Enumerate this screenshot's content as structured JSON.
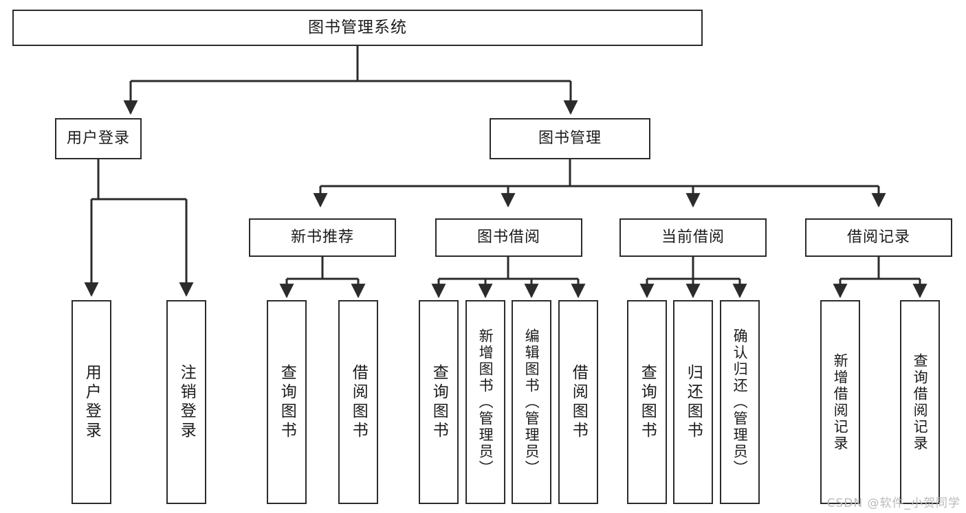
{
  "diagram": {
    "type": "tree",
    "title": "图书管理系统",
    "orientation": "top-down",
    "colors": {
      "box_border": "#2b2b2b",
      "box_fill": "#ffffff",
      "connector": "#2b2b2b",
      "watermark": "#b9b9b9",
      "background": "#ffffff"
    },
    "nodes": {
      "root": {
        "label": "图书管理系统"
      },
      "level2": [
        {
          "id": "user-login",
          "label": "用户登录"
        },
        {
          "id": "book-manage",
          "label": "图书管理"
        }
      ],
      "level3": [
        {
          "id": "new-book-rec",
          "label": "新书推荐"
        },
        {
          "id": "book-borrow",
          "label": "图书借阅"
        },
        {
          "id": "current-borrow",
          "label": "当前借阅"
        },
        {
          "id": "borrow-record",
          "label": "借阅记录"
        }
      ],
      "leaves": {
        "user-login": [
          {
            "id": "leaf-user-login",
            "label": "用户登录"
          },
          {
            "id": "leaf-user-logout",
            "label": "注销登录"
          }
        ],
        "new-book-rec": [
          {
            "id": "leaf-query-book-1",
            "label": "查询图书"
          },
          {
            "id": "leaf-borrow-book-1",
            "label": "借阅图书"
          }
        ],
        "book-borrow": [
          {
            "id": "leaf-query-book-2",
            "label": "查询图书"
          },
          {
            "id": "leaf-add-book",
            "label": "新增图书（管理员）"
          },
          {
            "id": "leaf-edit-book",
            "label": "编辑图书（管理员）"
          },
          {
            "id": "leaf-borrow-book-2",
            "label": "借阅图书"
          }
        ],
        "current-borrow": [
          {
            "id": "leaf-query-book-3",
            "label": "查询图书"
          },
          {
            "id": "leaf-return-book",
            "label": "归还图书"
          },
          {
            "id": "leaf-confirm-return",
            "label": "确认归还（管理员）"
          }
        ],
        "borrow-record": [
          {
            "id": "leaf-add-record",
            "label": "新增借阅记录"
          },
          {
            "id": "leaf-query-record",
            "label": "查询借阅记录"
          }
        ]
      }
    },
    "watermark": "CSDN @软件_小贺同学"
  }
}
